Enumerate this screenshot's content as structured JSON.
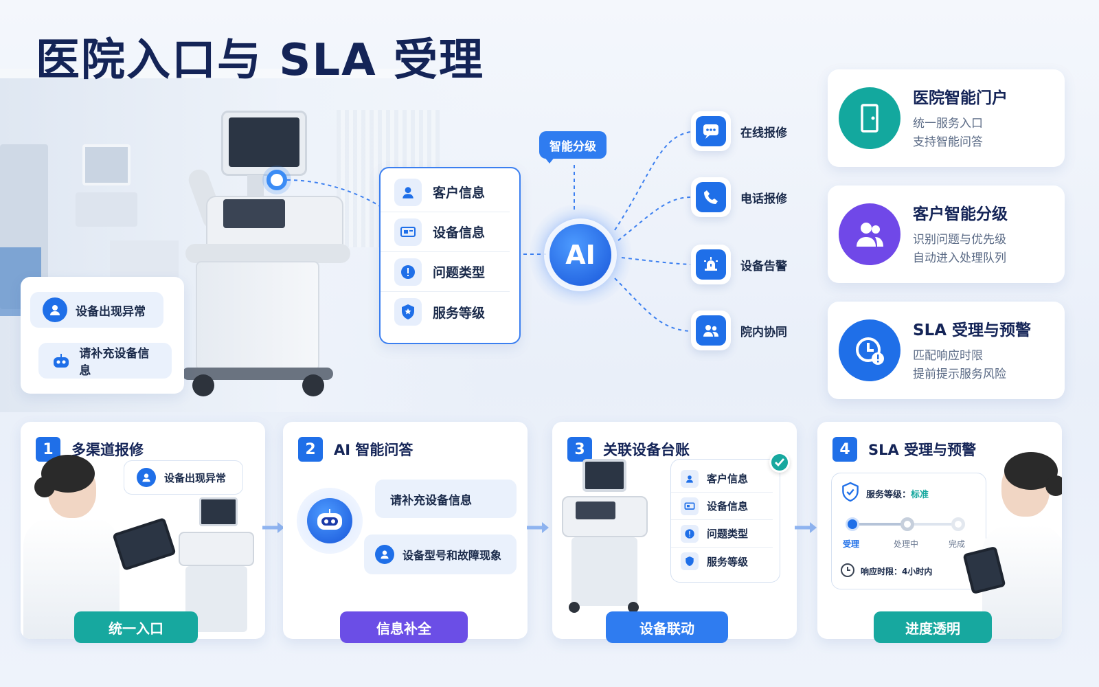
{
  "page": {
    "title": "医院入口与 SLA 受理"
  },
  "hero": {
    "chat": {
      "user_message": "设备出现异常",
      "bot_message": "请补充设备信息"
    },
    "info_panel": {
      "items": [
        "客户信息",
        "设备信息",
        "问题类型",
        "服务等级"
      ]
    },
    "ai_hub": {
      "label": "AI",
      "tag": "智能分级"
    },
    "channels": [
      "在线报修",
      "电话报修",
      "设备告警",
      "院内协同"
    ]
  },
  "features": [
    {
      "title": "医院智能门户",
      "lines": [
        "统一服务入口",
        "支持智能问答"
      ],
      "color": "#13a89e"
    },
    {
      "title": "客户智能分级",
      "lines": [
        "识别问题与优先级",
        "自动进入处理队列"
      ],
      "color": "#7048e8"
    },
    {
      "title": "SLA 受理与预警",
      "lines": [
        "匹配响应时限",
        "提前提示服务风险"
      ],
      "color": "#1f6fe8"
    }
  ],
  "steps": [
    {
      "number": "1",
      "title": "多渠道报修",
      "bubble": "设备出现异常",
      "pill": "统一入口",
      "pill_color": "#17a89f"
    },
    {
      "number": "2",
      "title": "AI 智能问答",
      "bot_bubble": "请补充设备信息",
      "user_bubble": "设备型号和故障现象",
      "pill": "信息补全",
      "pill_color": "#6b4ee6"
    },
    {
      "number": "3",
      "title": "关联设备台账",
      "items": [
        "客户信息",
        "设备信息",
        "问题类型",
        "服务等级"
      ],
      "pill": "设备联动",
      "pill_color": "#2f7cf0"
    },
    {
      "number": "4",
      "title": "SLA 受理与预警",
      "service_level_label": "服务等级：",
      "service_level_value": "标准",
      "progress": {
        "stages": [
          "受理",
          "处理中",
          "完成"
        ],
        "current_index": 0
      },
      "response_label": "响应时限：",
      "response_value": "4小时内",
      "pill": "进度透明",
      "pill_color": "#17a89f"
    }
  ],
  "colors": {
    "primary_blue": "#1f6fe8",
    "title_navy": "#142457",
    "teal": "#13a89e",
    "purple": "#7048e8"
  }
}
